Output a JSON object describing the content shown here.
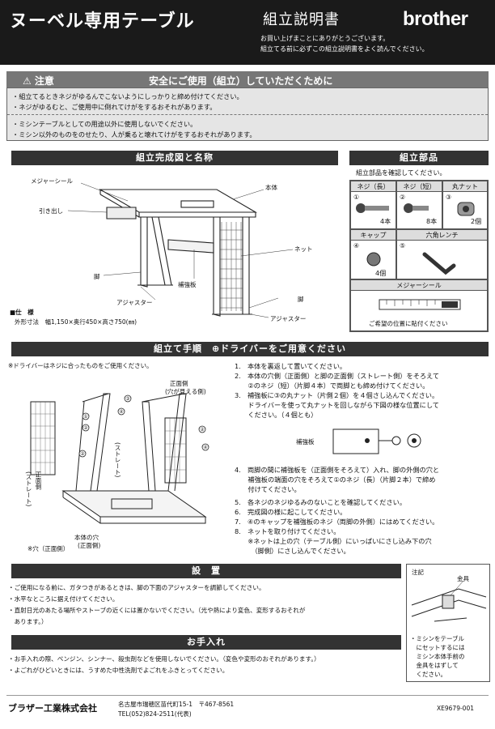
{
  "header": {
    "title": "ヌーベル専用テーブル",
    "subtitle": "組立説明書",
    "brand": "brother",
    "intro_1": "お買い上げまことにありがとうございます。",
    "intro_2": "組立てる前に必ずこの組立説明書をよく読んでください。"
  },
  "caution": {
    "label": "⚠ 注意",
    "title": "安全にご使用（組立）していただくために",
    "items": [
      "・組立てるときネジがゆるんでこないようにしっかりと締め付けてください。",
      "・ネジがゆるむと、ご使用中に倒れてけがをするおそれがあります。",
      "・ミシンテーブルとしての用途以外に使用しないでください。",
      "・ミシン以外のものをのせたり、人が乗ると壊れてけがをするおそれがあります。"
    ]
  },
  "diagram_section": {
    "title": "組立完成図と名称",
    "labels": {
      "measure": "メジャーシール",
      "drawer": "引き出し",
      "body": "本体",
      "net": "ネット",
      "leg_left": "脚",
      "reinforce": "補強板",
      "adjuster_left": "アジャスター",
      "leg_right": "脚",
      "adjuster_right": "アジャスター"
    },
    "spec_heading": "■仕　様",
    "spec_text": "外形寸法　幅1,150×奥行450×高さ750(㎜)"
  },
  "parts": {
    "title": "組立部品",
    "instruction": "組立部品を確認してください。",
    "items": [
      {
        "name": "ネジ（長）",
        "num": "①",
        "qty": "4本"
      },
      {
        "name": "ネジ（短）",
        "num": "②",
        "qty": "8本"
      },
      {
        "name": "丸ナット",
        "num": "③",
        "qty": "2個"
      },
      {
        "name": "キャップ",
        "num": "④",
        "qty": "4個"
      },
      {
        "name": "六角レンチ",
        "num": "⑤",
        "qty": ""
      }
    ],
    "measure_name": "メジャーシール",
    "measure_note": "ご希望の位置に貼付ください"
  },
  "assembly": {
    "title": "組立て手順　⊕ドライバーをご用意ください",
    "driver_note": "※ドライバーはネジに合ったものをご使用ください。",
    "labels": {
      "front_side": "正面側",
      "front_paren": "(穴が見える側)",
      "straight": "(ストレート)",
      "front_side2": "正面側",
      "straight2": "(ストレート)",
      "body_hole": "本体の穴",
      "body_hole_paren": "(正面側)",
      "hole_note": "※穴（正面側）",
      "reinforce": "補強板"
    },
    "steps": [
      "1.　本体を裏返して置いてください。",
      "2.　本体の穴側（正面側）と脚の正面側（ストレート側）をそろえて",
      "　　②のネジ（短）（片脚４本）で両脚とも締め付けてください。",
      "3.　補強板に③の丸ナット（片側２個）を４個さし込んでください。",
      "　　ドライバーを使って丸ナットを回しながら下図の様な位置にして",
      "　　ください。（４個とも）",
      "4.　両脚の間に補強板を（正面側をそろえて）入れ、脚の外側の穴と",
      "　　補強板の端面の穴をそろえて①のネジ（長）（片脚２本）で締め",
      "　　付けてください。",
      "5.　各ネジのネジゆるみのないことを確認してください。",
      "6.　完成図の様に起こしてください。",
      "7.　④のキャップを補強板のネジ（両脚の外側）にはめてください。",
      "8.　ネットを取り付けてください。",
      "　　※ネットは上の穴（テーブル側）にいっぱいにさし込み下の穴",
      "　　　（脚側）にさし込んでください。"
    ]
  },
  "install": {
    "title": "設　置",
    "items": [
      "・ご使用になる前に、ガタつきがあるときは、脚の下面のアジャスターを調節してください。",
      "・水平なところに据え付けてください。",
      "・直射日光のあたる場所やストーブの近くには置かないでください。（光や熱により変色、変形するおそれが",
      "　あります。）"
    ]
  },
  "care": {
    "title": "お手入れ",
    "items": [
      "・お手入れの際、ベンジン、シンナー、殺虫剤などを使用しないでください。（変色や変形のおそれがあります。）",
      "・よごれがひどいときには、うすめた中性洗剤でよごれをふきとってください。"
    ]
  },
  "note": {
    "title": "注記",
    "metal": "金具",
    "lines": [
      "・ミシンをテーブル",
      "　にセットするには",
      "　ミシン本体手前の",
      "　金具をはずして",
      "　ください。"
    ]
  },
  "footer": {
    "company": "ブラザー工業株式会社",
    "address": "名古屋市瑞穂区苗代町15-1　〒467-8561",
    "tel": "TEL(052)824-2511(代表)",
    "code": "XE9679-001"
  }
}
